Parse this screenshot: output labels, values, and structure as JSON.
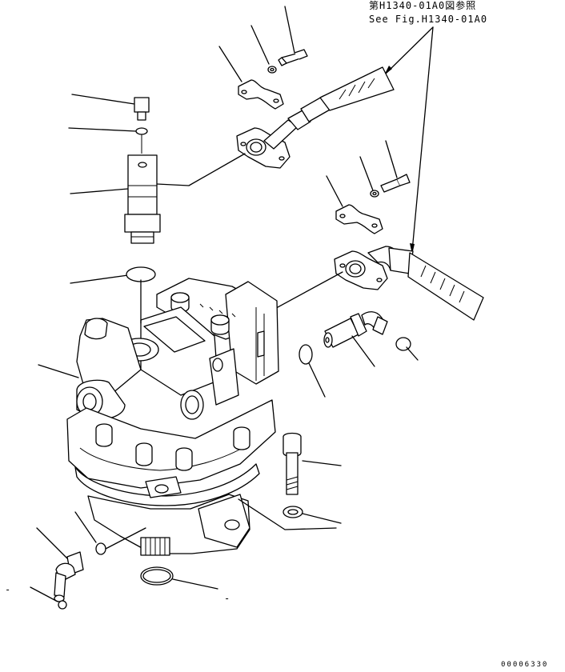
{
  "reference_note": {
    "japanese": "第H1340-01A0図参照",
    "english": "See Fig.H1340-01A0"
  },
  "document_number": "00006330",
  "leaders": [
    {
      "id": "short-dash-left",
      "label": "-"
    },
    {
      "id": "short-dash-bottom",
      "label": "-"
    }
  ],
  "icons": {
    "arrow": "arrowhead",
    "motor": "swing-motor-assembly"
  }
}
